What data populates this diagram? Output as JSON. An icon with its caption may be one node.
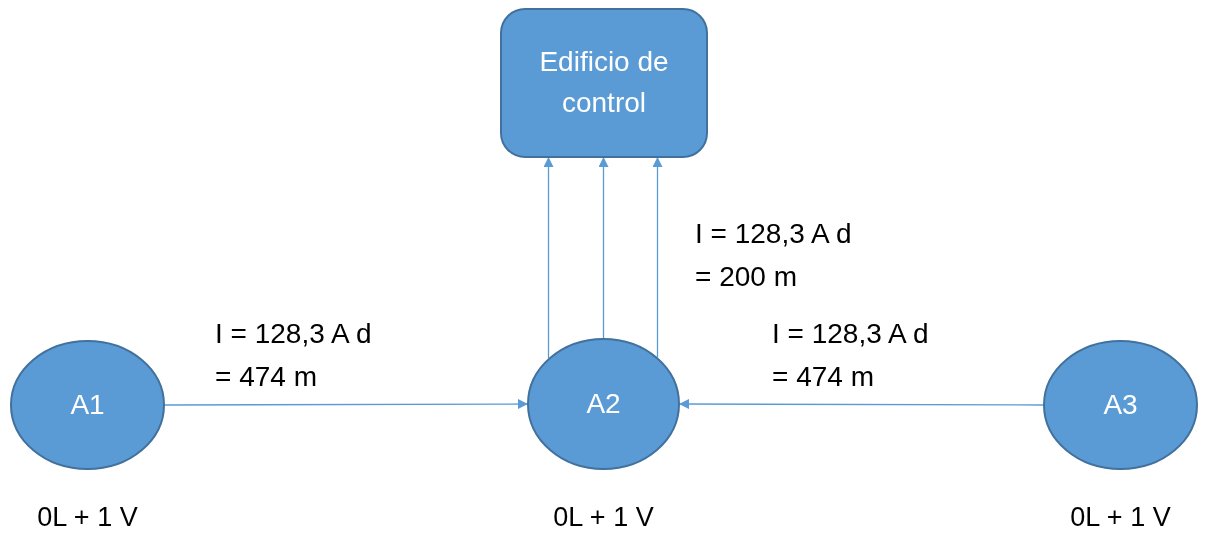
{
  "diagram": {
    "nodes": [
      {
        "text": [
          "Edificio de control"
        ]
      },
      {
        "text": [
          "A1"
        ],
        "beside": [
          "0L + 1 V"
        ]
      },
      {
        "text": [
          "A2"
        ],
        "beside": [
          "0L + 1 V"
        ]
      },
      {
        "text": [
          "A3"
        ],
        "beside": [
          "0L + 1 V"
        ]
      }
    ],
    "edges": [
      {
        "from": 1,
        "to": 2,
        "arrow": "to",
        "label": "I = 128,3 A d = 474 m"
      },
      {
        "from": 3,
        "to": 2,
        "arrow": "to",
        "label": "I = 128,3 A d = 474 m"
      },
      {
        "from": 2,
        "to": 0,
        "arrow": "to"
      },
      {
        "from": 2,
        "to": 0,
        "arrow": "to"
      },
      {
        "from": 2,
        "to": 0,
        "arrow": "to",
        "label": "I = 128,3 A d = 200 m"
      }
    ]
  }
}
